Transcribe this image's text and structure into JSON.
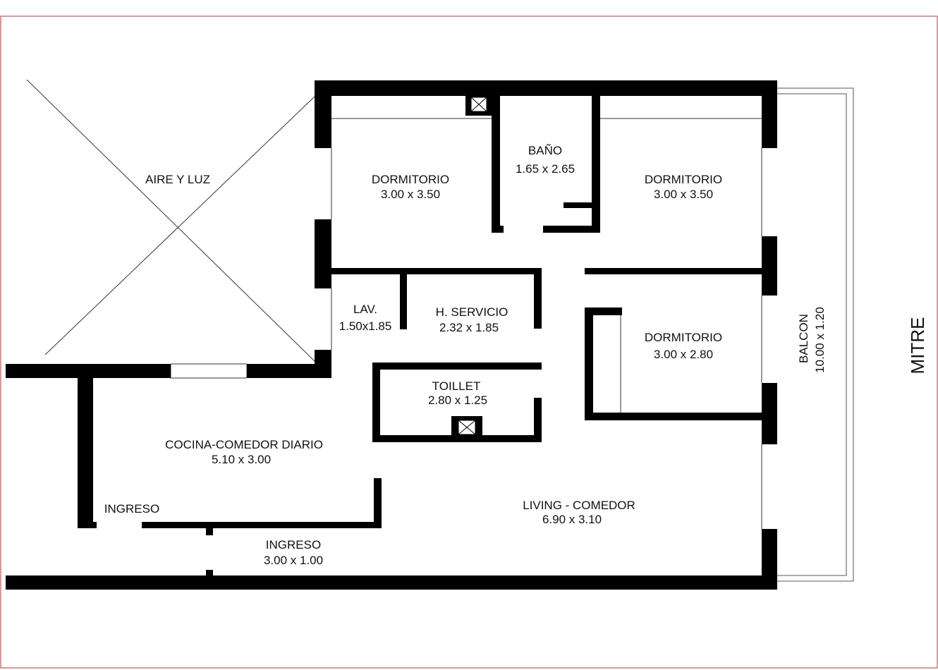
{
  "colors": {
    "wall": "#000000",
    "frame": "#c87a7a",
    "thin_line": "#333333",
    "balcony_line": "#555555"
  },
  "street": "MITRE",
  "rooms": {
    "aire_luz": {
      "name": "AIRE Y LUZ"
    },
    "dorm_1": {
      "name": "DORMITORIO",
      "dims": "3.00 x 3.50"
    },
    "bano": {
      "name": "BAÑO",
      "dims": "1.65 x 2.65"
    },
    "dorm_2": {
      "name": "DORMITORIO",
      "dims": "3.00 x 3.50"
    },
    "lav": {
      "name": "LAV.",
      "dims": "1.50x1.85"
    },
    "h_servicio": {
      "name": "H. SERVICIO",
      "dims": "2.32 x 1.85"
    },
    "dorm_3": {
      "name": "DORMITORIO",
      "dims": "3.00 x 2.80"
    },
    "toillet": {
      "name": "TOILLET",
      "dims": "2.80 x 1.25"
    },
    "balcon": {
      "name": "BALCON",
      "dims": "10.00 x 1.20"
    },
    "cocina": {
      "name": "COCINA-COMEDOR DIARIO",
      "dims": "5.10 x 3.00"
    },
    "ingreso_label": {
      "name": "INGRESO"
    },
    "ingreso_room": {
      "name": "INGRESO",
      "dims": "3.00 x 1.00"
    },
    "living": {
      "name": "LIVING - COMEDOR",
      "dims": "6.90 x 3.10"
    }
  }
}
